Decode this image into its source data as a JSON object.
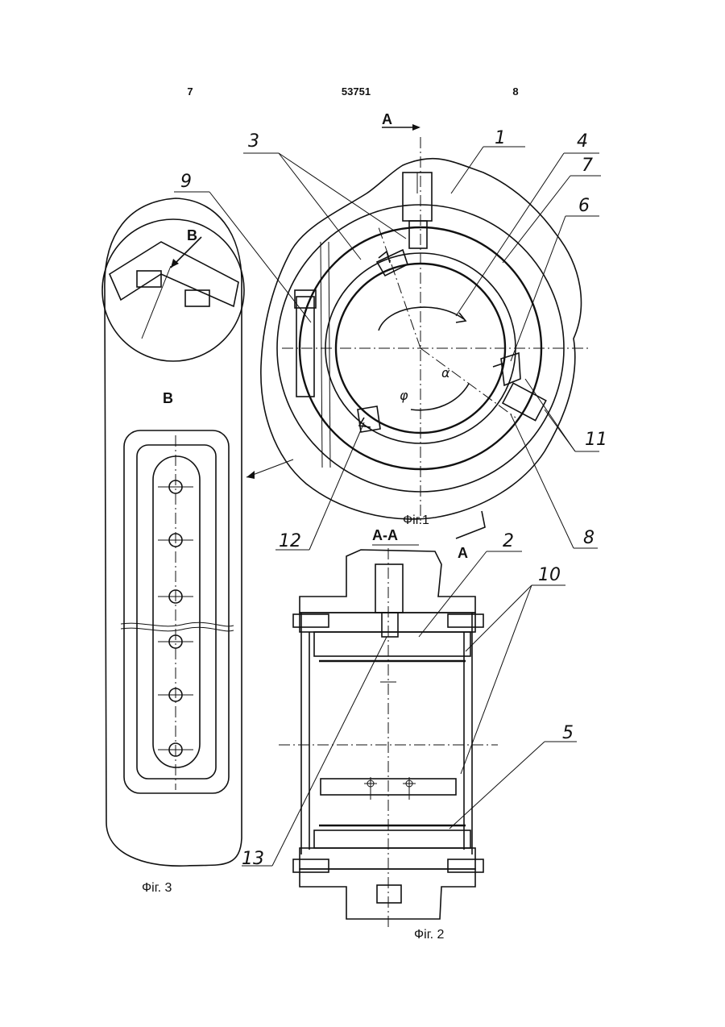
{
  "header": {
    "page_left": "7",
    "patent_number": "53751",
    "page_right": "8"
  },
  "fig1": {
    "caption": "Фіг.1",
    "section_marker_top": "A",
    "section_marker_bottom": "A",
    "callouts": [
      "1",
      "3",
      "4",
      "7",
      "6",
      "9",
      "11",
      "8",
      "12"
    ]
  },
  "fig2": {
    "caption": "Фіг. 2",
    "section_title": "A-A",
    "callouts": [
      "2",
      "10",
      "5",
      "13"
    ]
  },
  "fig3": {
    "caption": "Фіг. 3",
    "detail_marker": "B",
    "view_title": "B"
  }
}
